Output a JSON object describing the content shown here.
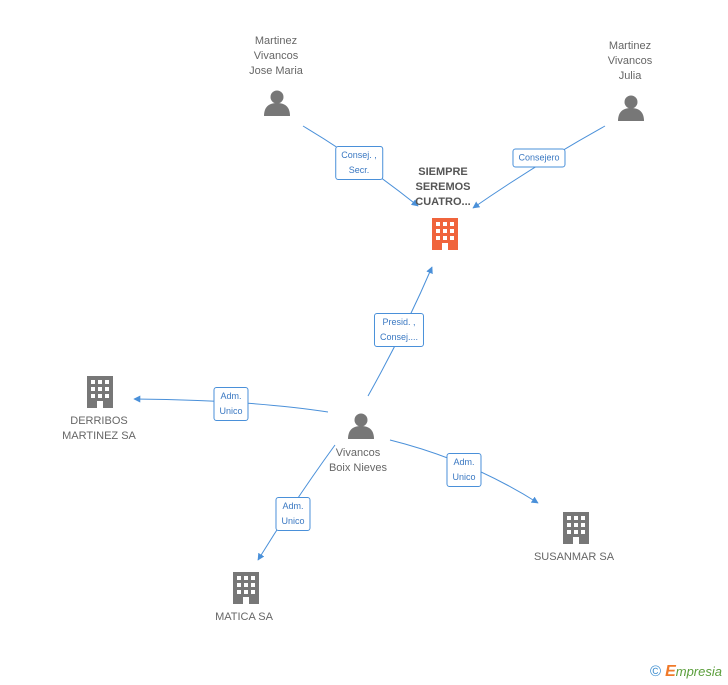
{
  "colors": {
    "edge": "#4a90d9",
    "person": "#777777",
    "company": "#777777",
    "main_company": "#f0643c"
  },
  "nodes": {
    "main": {
      "lines": [
        "SIEMPRE",
        "SEREMOS",
        "CUATRO..."
      ],
      "icon": "building-icon"
    },
    "jose_maria": {
      "lines": [
        "Martinez",
        "Vivancos",
        "Jose Maria"
      ],
      "icon": "person-icon"
    },
    "julia": {
      "lines": [
        "Martinez",
        "Vivancos",
        "Julia"
      ],
      "icon": "person-icon"
    },
    "boix": {
      "lines": [
        "Vivancos",
        "Boix Nieves"
      ],
      "icon": "person-icon"
    },
    "derribos": {
      "lines": [
        "DERRIBOS",
        "MARTINEZ SA"
      ],
      "icon": "building-icon"
    },
    "susanmar": {
      "lines": [
        "SUSANMAR SA"
      ],
      "icon": "building-icon"
    },
    "matica": {
      "lines": [
        "MATICA SA"
      ],
      "icon": "building-icon"
    }
  },
  "edges": {
    "jose_to_main": {
      "lines": [
        "Consej. ,",
        "Secr."
      ]
    },
    "julia_to_main": {
      "lines": [
        "Consejero"
      ]
    },
    "boix_to_main": {
      "lines": [
        "Presid. ,",
        "Consej...."
      ]
    },
    "boix_to_derribos": {
      "lines": [
        "Adm.",
        "Unico"
      ]
    },
    "boix_to_susanmar": {
      "lines": [
        "Adm.",
        "Unico"
      ]
    },
    "boix_to_matica": {
      "lines": [
        "Adm.",
        "Unico"
      ]
    }
  },
  "footer": {
    "copyright_symbol": "©",
    "brand_initial": "E",
    "brand_rest": "mpresia"
  }
}
